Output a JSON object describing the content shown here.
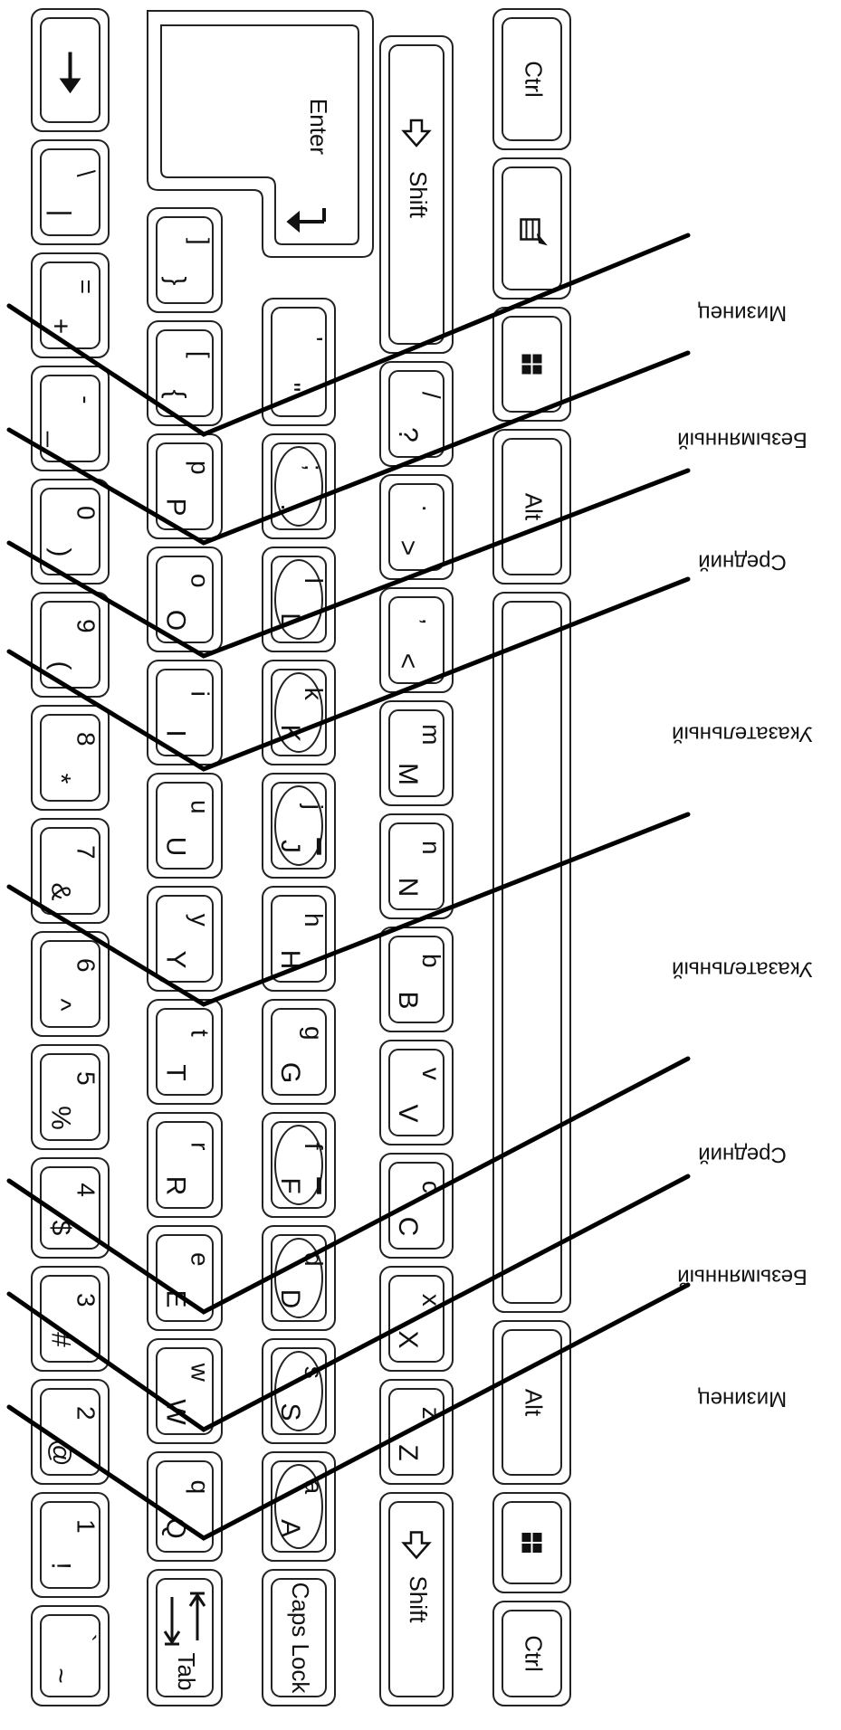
{
  "keys": {
    "backquote": {
      "upper": "~",
      "lower": "`"
    },
    "d1": {
      "upper": "!",
      "lower": "1"
    },
    "d2": {
      "upper": "@",
      "lower": "2"
    },
    "d3": {
      "upper": "#",
      "lower": "3"
    },
    "d4": {
      "upper": "$",
      "lower": "4"
    },
    "d5": {
      "upper": "%",
      "lower": "5"
    },
    "d6": {
      "upper": "^",
      "lower": "6"
    },
    "d7": {
      "upper": "&",
      "lower": "7"
    },
    "d8": {
      "upper": "*",
      "lower": "8"
    },
    "d9": {
      "upper": "(",
      "lower": "9"
    },
    "d0": {
      "upper": ")",
      "lower": "0"
    },
    "minus": {
      "upper": "_",
      "lower": "-"
    },
    "equal": {
      "upper": "+",
      "lower": "="
    },
    "backslash": {
      "upper": "|",
      "lower": "\\"
    },
    "tab": "Tab",
    "q": {
      "upper": "Q",
      "lower": "q"
    },
    "w": {
      "upper": "W",
      "lower": "w"
    },
    "e": {
      "upper": "E",
      "lower": "e"
    },
    "r": {
      "upper": "R",
      "lower": "r"
    },
    "t": {
      "upper": "T",
      "lower": "t"
    },
    "y": {
      "upper": "Y",
      "lower": "y"
    },
    "u": {
      "upper": "U",
      "lower": "u"
    },
    "i": {
      "upper": "I",
      "lower": "i"
    },
    "o": {
      "upper": "O",
      "lower": "o"
    },
    "p": {
      "upper": "P",
      "lower": "p"
    },
    "lbracket": {
      "upper": "{",
      "lower": "["
    },
    "rbracket": {
      "upper": "}",
      "lower": "]"
    },
    "enter": "Enter",
    "capslock": "Caps Lock",
    "a": {
      "upper": "A",
      "lower": "a"
    },
    "s": {
      "upper": "S",
      "lower": "s"
    },
    "d": {
      "upper": "D",
      "lower": "d"
    },
    "f": {
      "upper": "F",
      "lower": "f"
    },
    "g": {
      "upper": "G",
      "lower": "g"
    },
    "h": {
      "upper": "H",
      "lower": "h"
    },
    "j": {
      "upper": "J",
      "lower": "j"
    },
    "k": {
      "upper": "K",
      "lower": "k"
    },
    "l": {
      "upper": "L",
      "lower": "l"
    },
    "semicolon": {
      "upper": ":",
      "lower": ";"
    },
    "quote": {
      "upper": "\"",
      "lower": "'"
    },
    "lshift": "Shift",
    "z": {
      "upper": "Z",
      "lower": "z"
    },
    "x": {
      "upper": "X",
      "lower": "x"
    },
    "c": {
      "upper": "C",
      "lower": "c"
    },
    "v": {
      "upper": "V",
      "lower": "v"
    },
    "b": {
      "upper": "B",
      "lower": "b"
    },
    "n": {
      "upper": "N",
      "lower": "n"
    },
    "m": {
      "upper": "M",
      "lower": "m"
    },
    "comma": {
      "upper": "<",
      "lower": ","
    },
    "period": {
      "upper": ">",
      "lower": "."
    },
    "slash": {
      "upper": "?",
      "lower": "/"
    },
    "rshift": "Shift",
    "lctrl": "Ctrl",
    "lalt": "Alt",
    "ralt": "Alt",
    "rctrl": "Ctrl"
  },
  "fingers": {
    "left_pinky": "Мизинец",
    "left_ring": "Безымянный",
    "left_middle": "Средний",
    "left_index": "Указательный",
    "right_index": "Указательный",
    "right_middle": "Средний",
    "right_ring": "Безымянный",
    "right_pinky": "Мизинец"
  },
  "orientation": "rotated 90° clockwise",
  "icons": [
    "backspace-arrow-icon",
    "tab-arrows-icon",
    "enter-arrow-icon",
    "shift-arrow-icon",
    "windows-logo-icon",
    "menu-icon"
  ]
}
